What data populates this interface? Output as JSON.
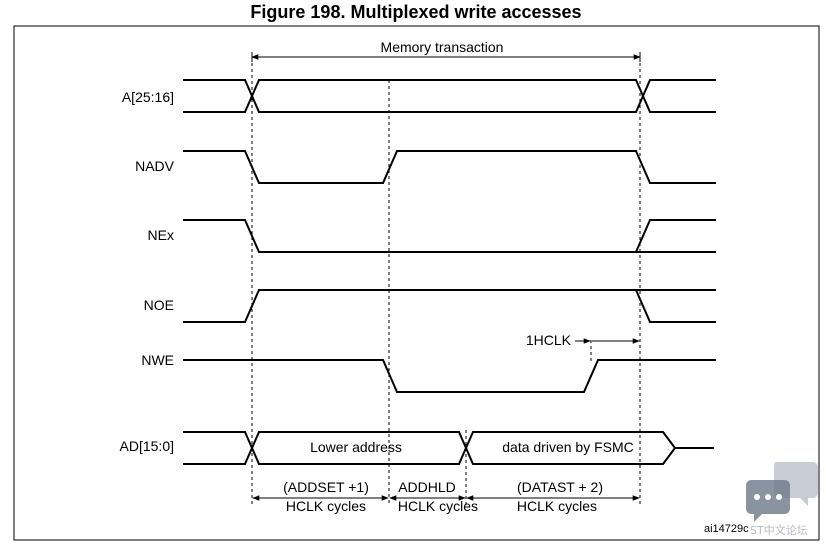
{
  "figure_title": "Figure 198. Multiplexed write accesses",
  "memory_transaction_label": "Memory transaction",
  "signals": {
    "a": "A[25:16]",
    "nadv": "NADV",
    "nex": "NEx",
    "noe": "NOE",
    "nwe": "NWE",
    "ad": "AD[15:0]"
  },
  "bus_segments": {
    "lower_address": "Lower address",
    "data_driven": "data driven by FSMC"
  },
  "hclk_label": "1HCLK",
  "phases": [
    {
      "line1": "(ADDSET +1)",
      "line2": "HCLK cycles"
    },
    {
      "line1": "ADDHLD",
      "line2": "HCLK cycles"
    },
    {
      "line1": "(DATAST + 2)",
      "line2": "HCLK cycles"
    }
  ],
  "figure_id": "ai14729c",
  "watermark_text": "ST中文论坛",
  "watermark_icon": "chat-bubbles-icon"
}
